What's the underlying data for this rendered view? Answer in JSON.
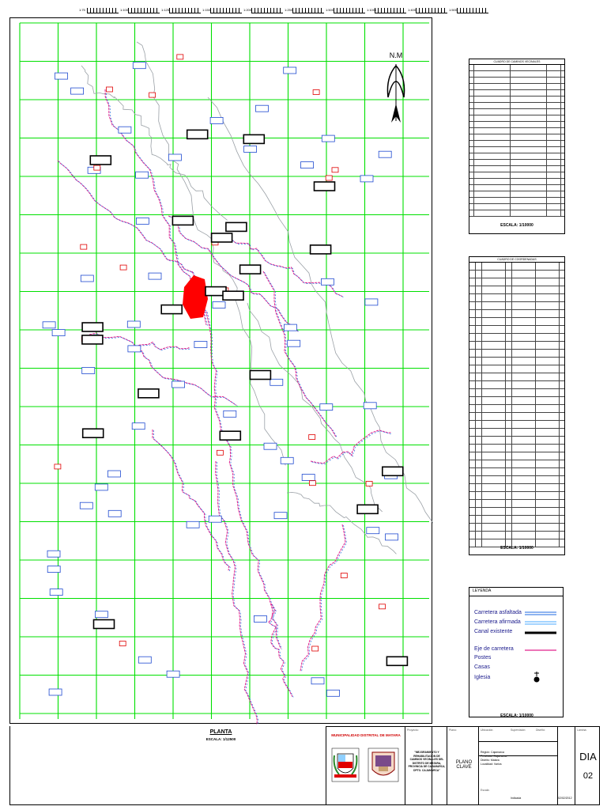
{
  "scalebar": [
    {
      "label": "1:75"
    },
    {
      "label": "1:100"
    },
    {
      "label": "1:125"
    },
    {
      "label": "1:150"
    },
    {
      "label": "1:200"
    },
    {
      "label": "1:250"
    },
    {
      "label": "1:500"
    },
    {
      "label": "1:1000"
    },
    {
      "label": "1:400"
    },
    {
      "label": "1:500"
    }
  ],
  "map": {
    "north_label": "N.M",
    "grid_color": "#00e000",
    "road_colors": {
      "paved": "#1e6ae0",
      "unpaved": "#e0208c",
      "canal": "#000000",
      "river": "#9aa0a6"
    },
    "town_color": "#ff0000",
    "caption_title": "PLANTA",
    "caption_scale": "ESCALA: 1/12500"
  },
  "tables": {
    "table1_title": "CUADRO DE CAMINOS VECINALES",
    "table1_scale": "ESCALA: 1/10000",
    "table2_title": "CUADRO DE COORDENADAS",
    "table2_scale": "ESCALA: 1/10000"
  },
  "legend": {
    "title": "LEYENDA",
    "items": [
      {
        "label": "Carretera asfaltada"
      },
      {
        "label": "Carretera afirmada"
      },
      {
        "label": "Canal existente"
      },
      {
        "label": "Eje de carretera"
      },
      {
        "label": "Postes"
      },
      {
        "label": "Casas"
      },
      {
        "label": "Iglesia"
      }
    ],
    "scale": "ESCALA: 1/10000"
  },
  "title_block": {
    "municipality": "MUNICIPALIDAD DISTRITAL DE MATARA",
    "project_label": "Proyecto:",
    "project_text": "\"MEJORAMIENTO Y REHABILITACION DE CAMINOS VECINALES DEL DISTRITO DE MATARA, PROVINCIA DE CAJAMARCA, DPTO. CAJAMARCA\"",
    "plan_label": "Plano:",
    "plan_name": "PLANO CLAVE",
    "location_label": "Ubicación:",
    "location_lines": [
      "Región: Cajamarca",
      "Provincia: Cajamarca",
      "Distrito: Matara",
      "Localidad: Varios"
    ],
    "supervision_label": "Supervisión:",
    "design_label": "Diseñó:",
    "sheet_label": "Lámina:",
    "sheet_code": "DIA",
    "sheet_number": "02",
    "date": "02/02/2012",
    "scale_label": "Escala:",
    "scale_value": "Indicada"
  }
}
